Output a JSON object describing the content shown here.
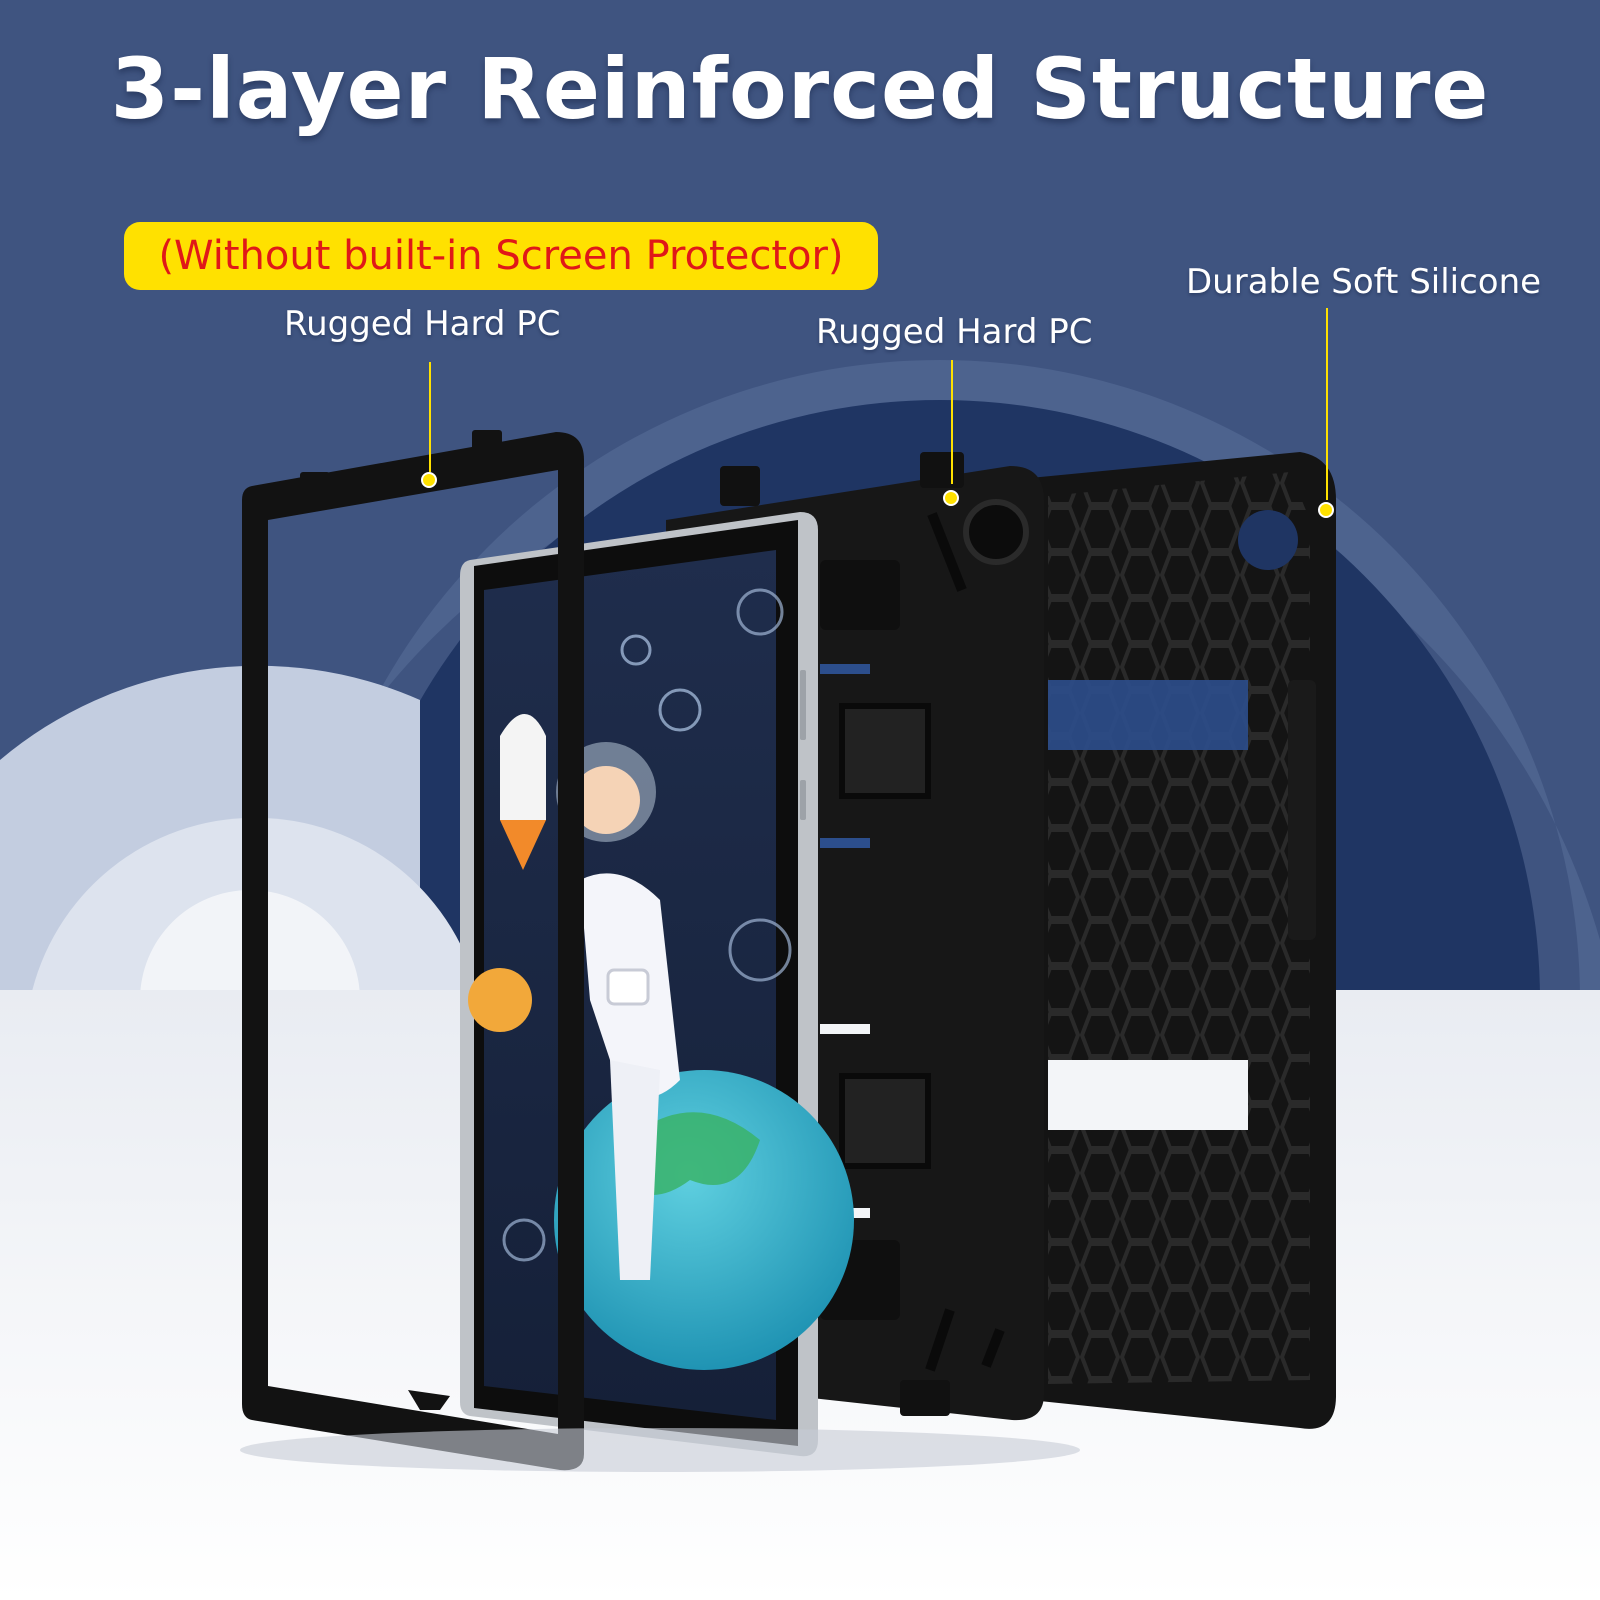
{
  "headline": "3-layer Reinforced Structure",
  "note": "(Without built-in Screen Protector)",
  "callouts": {
    "front_frame": "Rugged Hard PC",
    "back_shell": "Rugged Hard PC",
    "silicone_layer": "Durable Soft Silicone"
  },
  "colors": {
    "background_blue": "#3f5480",
    "accent_yellow": "#ffe100",
    "note_red": "#e01818",
    "case_black": "#141414"
  }
}
